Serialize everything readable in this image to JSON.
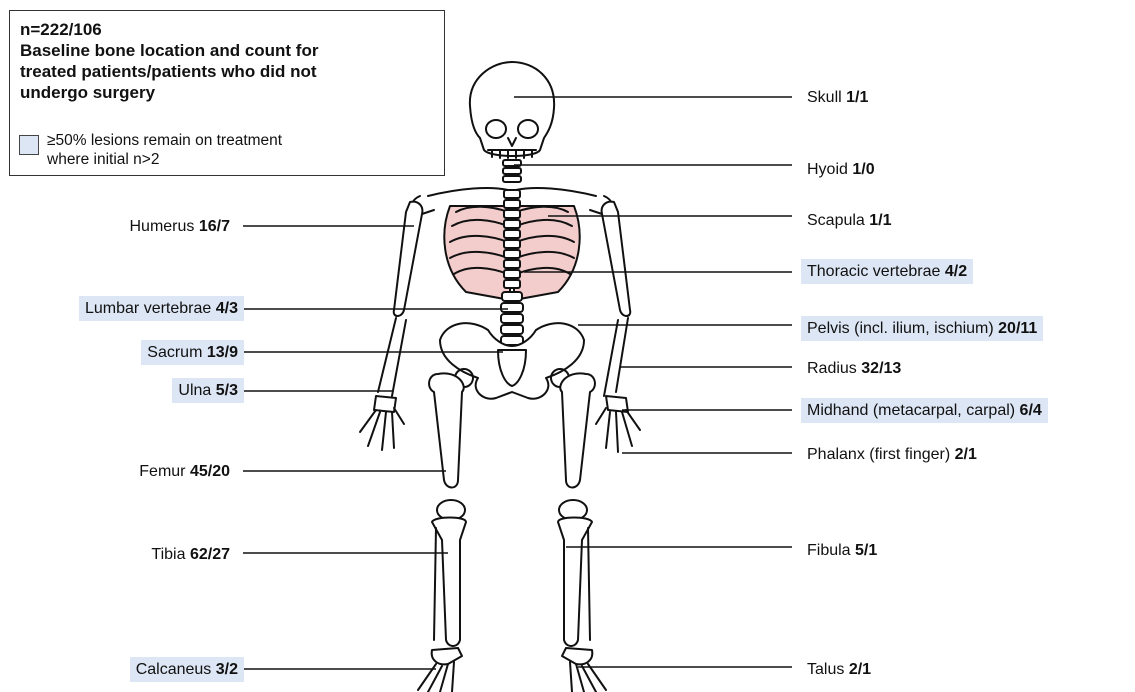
{
  "legend": {
    "n": "n=222/106",
    "title_lines": [
      "Baseline bone location and count for",
      "treated patients/patients who did not",
      "undergo surgery"
    ],
    "key_line1": "≥50% lesions remain on treatment",
    "key_line2": "where initial n>2",
    "key_color": "#dde6f4"
  },
  "labels": [
    {
      "name": "Skull",
      "count": "1/1",
      "highlight": false
    },
    {
      "name": "Hyoid",
      "count": "1/0",
      "highlight": false
    },
    {
      "name": "Humerus",
      "count": "16/7",
      "highlight": false
    },
    {
      "name": "Scapula",
      "count": "1/1",
      "highlight": false
    },
    {
      "name": "Thoracic vertebrae",
      "count": "4/2",
      "highlight": true
    },
    {
      "name": "Lumbar vertebrae",
      "count": "4/3",
      "highlight": true
    },
    {
      "name": "Pelvis (incl. ilium, ischium)",
      "count": "20/11",
      "highlight": true
    },
    {
      "name": "Sacrum",
      "count": "13/9",
      "highlight": true
    },
    {
      "name": "Radius",
      "count": "32/13",
      "highlight": false
    },
    {
      "name": "Ulna",
      "count": "5/3",
      "highlight": true
    },
    {
      "name": "Midhand (metacarpal, carpal)",
      "count": "6/4",
      "highlight": true
    },
    {
      "name": "Phalanx (first finger)",
      "count": "2/1",
      "highlight": false
    },
    {
      "name": "Femur",
      "count": "45/20",
      "highlight": false
    },
    {
      "name": "Tibia",
      "count": "62/27",
      "highlight": false
    },
    {
      "name": "Fibula",
      "count": "5/1",
      "highlight": false
    },
    {
      "name": "Calcaneus",
      "count": "3/2",
      "highlight": true
    },
    {
      "name": "Talus",
      "count": "2/1",
      "highlight": false
    }
  ]
}
